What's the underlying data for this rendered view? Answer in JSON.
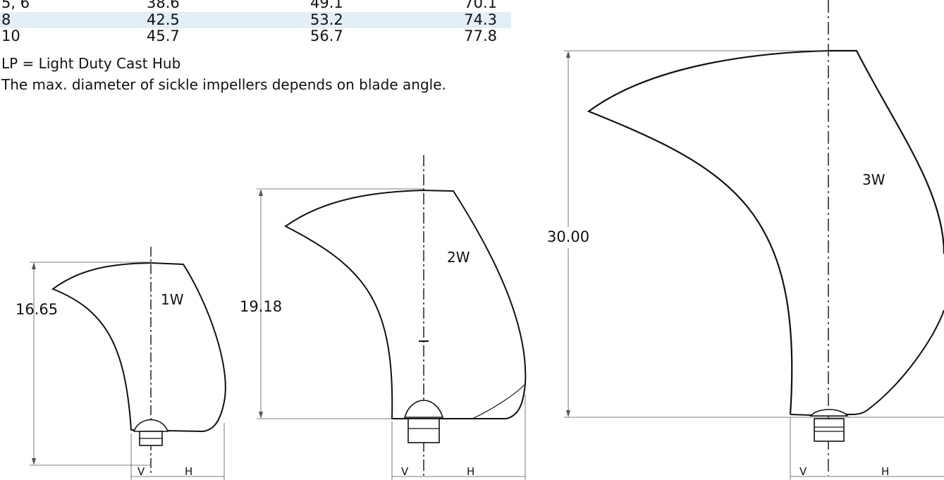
{
  "table": {
    "rows": [
      [
        "5, 6",
        "38.6",
        "49.1",
        "70.1"
      ],
      [
        "8",
        "42.5",
        "53.2",
        "74.3"
      ],
      [
        "10",
        "45.7",
        "56.7",
        "77.8"
      ]
    ]
  },
  "notes": {
    "lp": "LP = Light Duty Cast Hub",
    "max_diameter": "The max. diameter of sickle impellers depends on blade angle."
  },
  "impellers": [
    {
      "code": "1W",
      "height": "16.65",
      "v_label": "V",
      "h_label": "H"
    },
    {
      "code": "2W",
      "height": "19.18",
      "v_label": "V",
      "h_label": "H"
    },
    {
      "code": "3W",
      "height": "30.00",
      "v_label": "V",
      "h_label": "H"
    }
  ],
  "colors": {
    "ink": "#111111",
    "row_shade": "#e3eff6",
    "dim_line": "#555555"
  }
}
